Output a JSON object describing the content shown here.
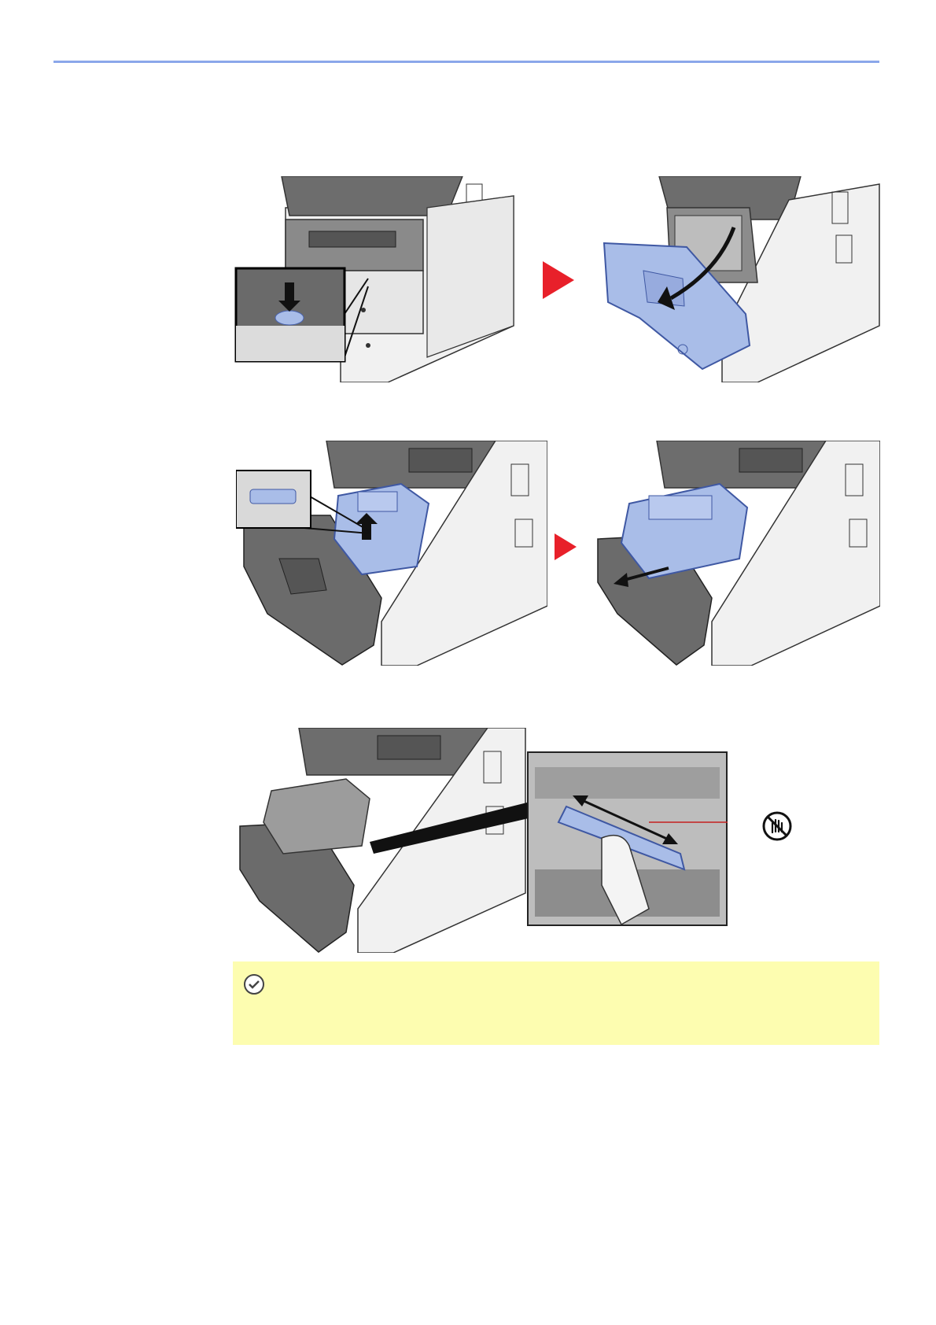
{
  "page": {
    "header_rule_color": "#8ba7ea",
    "accent_blue": "#a9bde8",
    "arrow_red": "#e8202a",
    "note_background": "#fdfdb0"
  },
  "figures": [
    {
      "id": "step1",
      "description_icon": "open-front-cover"
    },
    {
      "id": "step2",
      "description_icon": "remove-toner-container"
    },
    {
      "id": "step3",
      "description_icon": "clean-charger"
    }
  ],
  "note": {
    "icon": "check-circle-icon"
  },
  "icons": {
    "no_touch": "no-touch-icon"
  }
}
